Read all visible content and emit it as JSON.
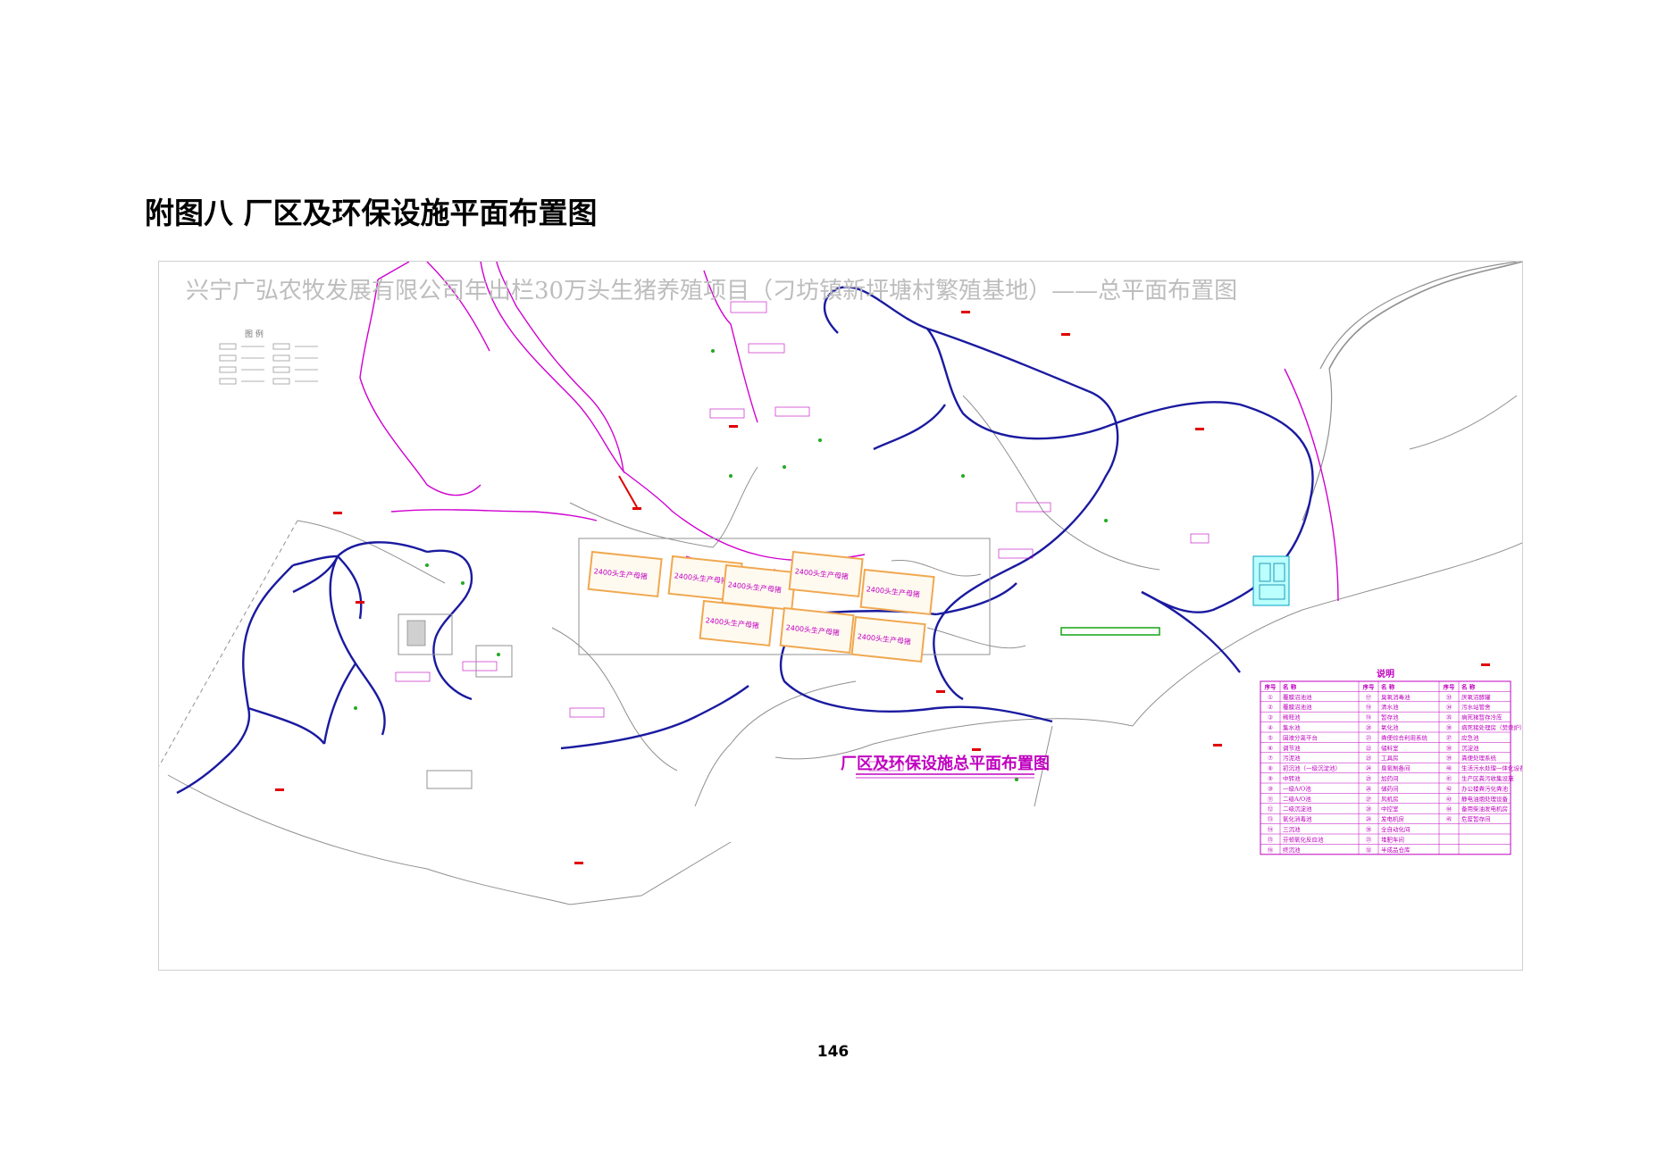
{
  "page": {
    "heading": "附图八  厂区及环保设施平面布置图",
    "page_number": "146"
  },
  "drawing": {
    "title": "兴宁广弘农牧发展有限公司年出栏30万头生猪养殖项目（刁坊镇新坪塘村繁殖基地）——总平面布置图",
    "caption": "厂区及环保设施总平面布置图",
    "legend_title": "图 例",
    "barn_label": "2400头生产母猪",
    "notes_title": "说明",
    "notes_headers": [
      "序号",
      "名    称",
      "序号",
      "名    称",
      "序号",
      "名    称"
    ],
    "notes_rows": [
      [
        "①",
        "覆膜沼池池",
        "⑰",
        "臭氧消毒池",
        "㉝",
        "厌氧沼酵罐"
      ],
      [
        "②",
        "覆膜沼池池",
        "⑱",
        "清水池",
        "㉞",
        "污水站管舍"
      ],
      [
        "③",
        "稀释池",
        "⑲",
        "暂存池",
        "㉟",
        "病死猪暂存冷库"
      ],
      [
        "④",
        "集水池",
        "⑳",
        "氧化池",
        "㊱",
        "病死猪处理房（焚烧炉）"
      ],
      [
        "⑤",
        "固液分离平台",
        "㉑",
        "粪便综合利用系统",
        "㊲",
        "应急池"
      ],
      [
        "⑥",
        "调节池",
        "㉒",
        "储料室",
        "㊳",
        "沉淀池"
      ],
      [
        "⑦",
        "污泥池",
        "㉓",
        "工具房",
        "㊴",
        "粪便处理系统"
      ],
      [
        "⑧",
        "初沉池（一级沉淀池）",
        "㉔",
        "臭氧制备间",
        "㊵",
        "生活污水处理一体化设备"
      ],
      [
        "⑨",
        "中转池",
        "㉕",
        "加药间",
        "㊶",
        "生产区粪污收集设施"
      ],
      [
        "⑩",
        "一级A/O池",
        "㉖",
        "储药间",
        "㊷",
        "办公楼粪污化粪池"
      ],
      [
        "⑪",
        "二级A/O池",
        "㉗",
        "风机房",
        "㊸",
        "静电油烟处理设备"
      ],
      [
        "⑫",
        "二级沉淀池",
        "㉘",
        "中控室",
        "㊹",
        "备用柴油发电机房"
      ],
      [
        "⑬",
        "氧化消毒池",
        "㉙",
        "发电机房",
        "㊺",
        "危废暂存间"
      ],
      [
        "⑭",
        "三沉池",
        "㉚",
        "全自动化间",
        "",
        ""
      ],
      [
        "⑮",
        "芬顿氧化反应池",
        "㉛",
        "堆肥车间",
        "",
        ""
      ],
      [
        "⑯",
        "终沉池",
        "㉜",
        "半成品仓库",
        "",
        ""
      ]
    ]
  },
  "colors": {
    "road": "#1a1aa0",
    "boundary": "#d100d1",
    "barn_fill": "#f0a850",
    "label_pink": "#c000c0",
    "vegetation": "#22aa22",
    "gray_line": "#909090",
    "marker_red": "#e00000"
  }
}
